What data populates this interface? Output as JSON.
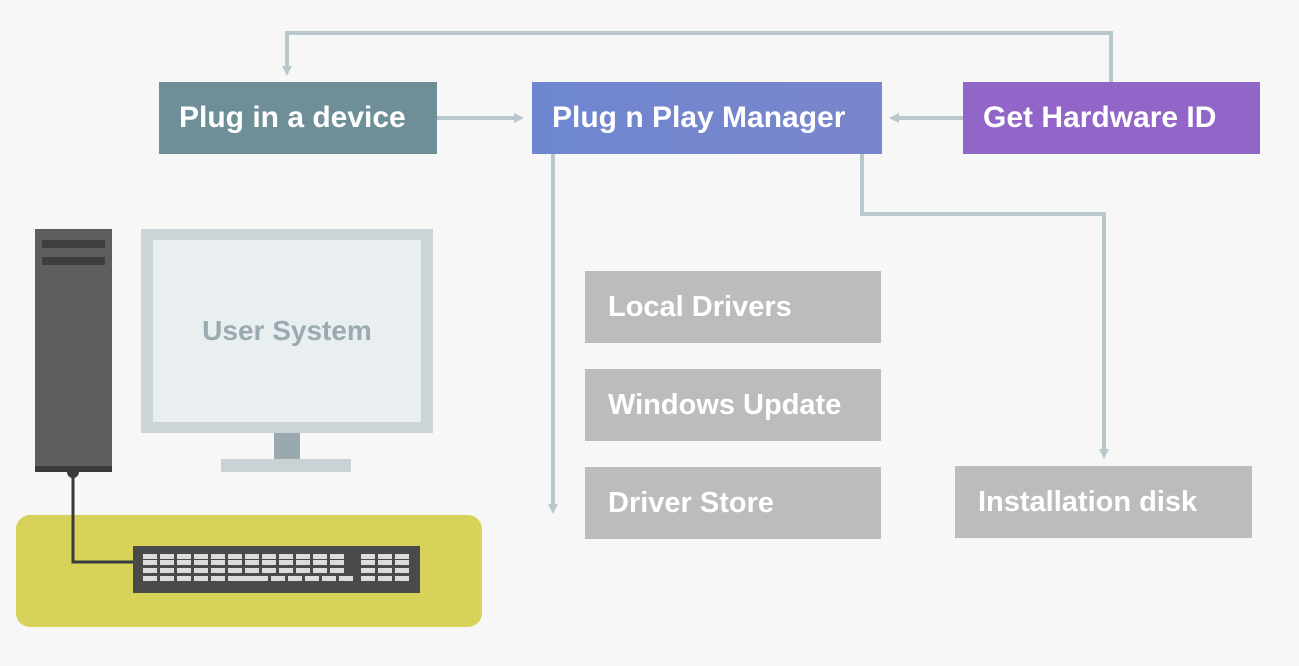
{
  "nodes": {
    "plug_in": "Plug in a device",
    "pnp_manager": "Plug n Play Manager",
    "hardware_id": "Get Hardware ID"
  },
  "sources": {
    "local_drivers": "Local Drivers",
    "windows_update": "Windows Update",
    "driver_store": "Driver Store",
    "installation_disk": "Installation disk"
  },
  "user_system_label": "User System",
  "colors": {
    "plug_in": "#6f8f98",
    "pnp_manager": "#7486cf",
    "hardware_id": "#9266c8",
    "source_box": "#bdbcbc",
    "connector": "#b9c8cc",
    "desk": "#d7d35a"
  }
}
